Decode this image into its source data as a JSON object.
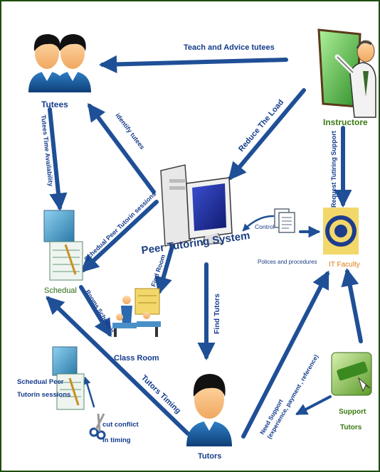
{
  "colors": {
    "frame": "#1f4d0f",
    "arrow": "#1f4f96",
    "arrow_dark": "#173f7a",
    "node_label": "#143c8c",
    "green_label": "#3a7a12",
    "title": "#1b3e80",
    "orange_label": "#e07a10"
  },
  "nodes": {
    "tutees": "Tutees",
    "instructore": "Instructore",
    "system": "Peer Tutoring System",
    "it_faculty": "IT Faculty",
    "schedual": "Schedual",
    "class_room": "Class Room",
    "tutors": "Tutors",
    "support_tutors_line1": "Support",
    "support_tutors_line2": "Tutors",
    "sched_sessions_line1": "Schedual Peer",
    "sched_sessions_line2": "Tutorin sessions",
    "cut_conflict_line1": "cut conflict",
    "cut_conflict_line2": "in timing",
    "policies": "Polices and procedures"
  },
  "edges": {
    "teach_advice": "Teach and Advice tutees",
    "reduce_load": "Reduce The Load",
    "identify_tutees": "identify tutees",
    "tutees_time": "Tutees Time Availability",
    "request_support": "Request Tutiring Support",
    "schedual_sessions": "Schedual Peer Tutorin sessions",
    "control": "Control",
    "find_room": "Find Room",
    "rooms_schedual": "Rooms Schedual",
    "find_tutors": "Find Tutors",
    "tutors_timing": "Tutors Timing",
    "need_support_line1": "Need Support",
    "need_support_line2": "(experience, payment , reference)"
  },
  "icons": {
    "tutees": "people-pair-icon",
    "instructore": "teacher-at-board-icon",
    "system": "desktop-computer-icon",
    "document": "document-icon",
    "it_faculty": "university-seal-icon",
    "schedual": "calendar-schedule-icon",
    "class_room": "classroom-icon",
    "sessions": "calendar-schedule-icon",
    "scissors": "scissors-icon",
    "support": "support-key-icon",
    "tutors": "person-icon"
  }
}
